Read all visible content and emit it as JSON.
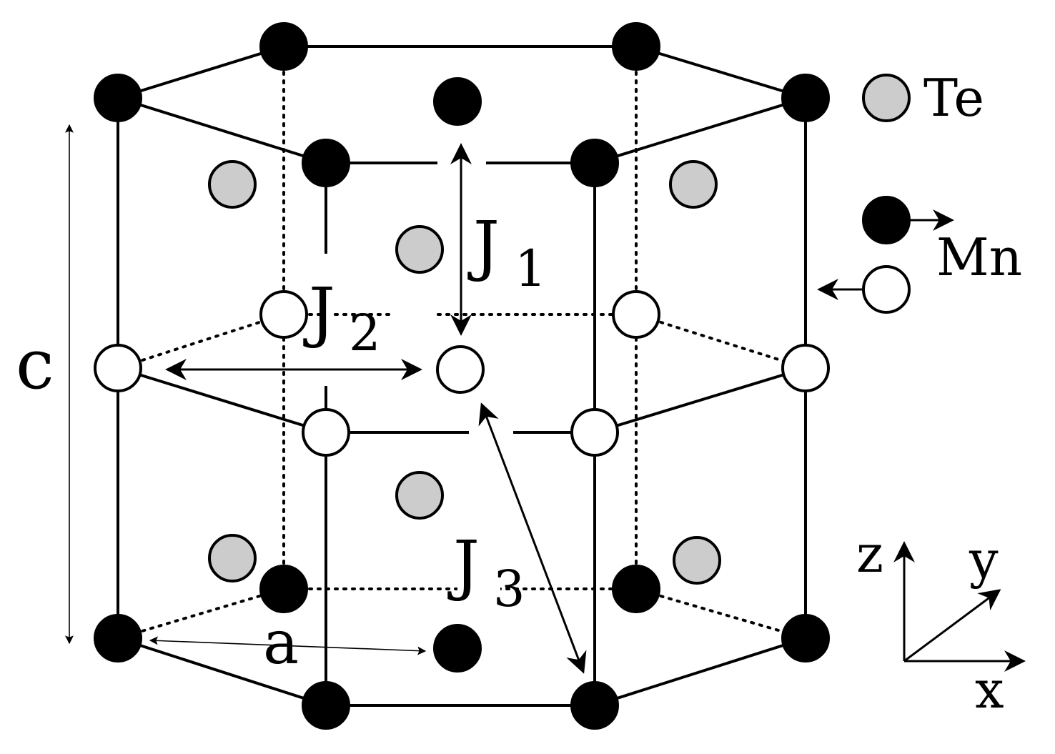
{
  "labels": {
    "j1": "J",
    "j1_sub": "1",
    "j2": "J",
    "j2_sub": "2",
    "j3": "J",
    "j3_sub": "3",
    "lattice_c": "c",
    "lattice_a": "a"
  },
  "legend": {
    "te_label": "Te",
    "mn_label": "Mn",
    "te_color": "#cccccc",
    "mn_up_color": "#000000",
    "mn_down_color": "#ffffff"
  },
  "axes": {
    "z": "z",
    "y": "y",
    "x": "x"
  }
}
